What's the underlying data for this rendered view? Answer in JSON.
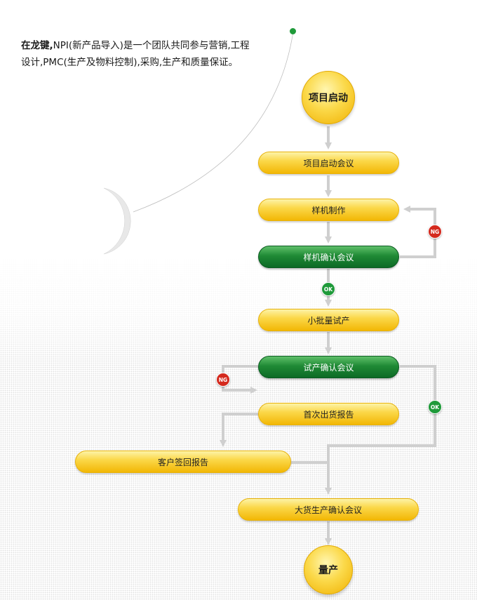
{
  "intro": {
    "brand": "在龙键,",
    "text": "NPI(新产品导入)是一个团队共同参与营销,工程设计,PMC(生产及物料控制),采购,生产和质量保证。"
  },
  "flow": {
    "start": "项目启动",
    "kickoff_meeting": "项目启动会议",
    "sample_making": "样机制作",
    "sample_review": "样机确认会议",
    "pilot_run": "小批量试产",
    "pilot_review": "试产确认会议",
    "first_shipment_report": "首次出货报告",
    "customer_report": "客户签回报告",
    "mass_review": "大货生产确认会议",
    "end": "量产"
  },
  "badges": {
    "ng": "NG",
    "ok": "OK"
  },
  "colors": {
    "yellow": "#fbd84a",
    "green": "#1f8a35",
    "ng_red": "#d42a1e",
    "ok_green": "#1f9a3a",
    "connector": "#c8c8c8"
  }
}
